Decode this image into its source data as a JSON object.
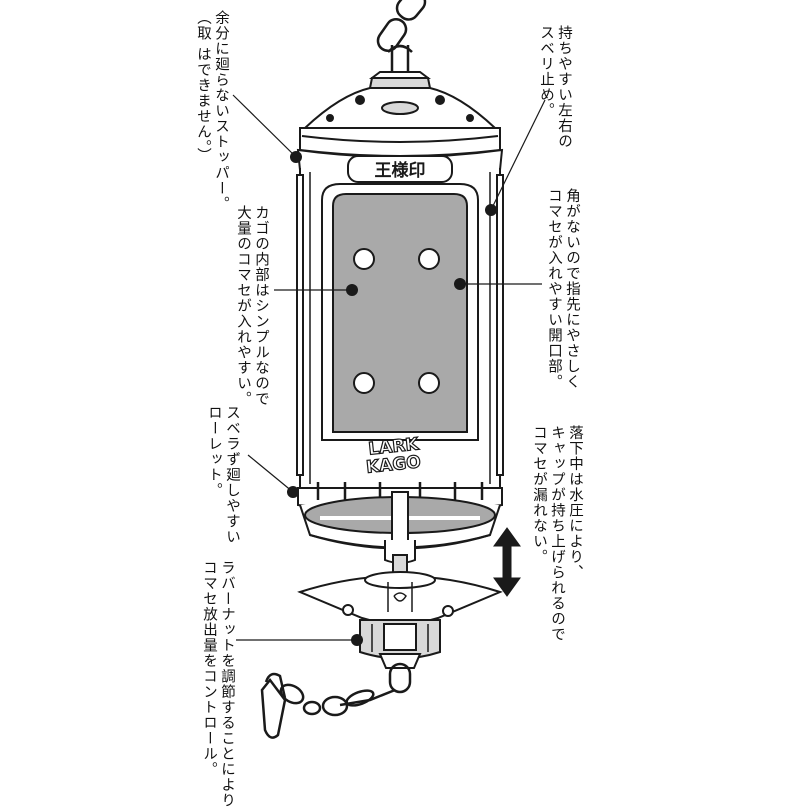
{
  "labels": {
    "stopper": [
      "余分に廻らないストッパー。",
      "（取 はできません。）"
    ],
    "grip": [
      "持ちやすい左右の",
      "スベリ止め。"
    ],
    "opening": [
      "角がないので指先にやさしく",
      "コマセが入れやすい開口部。"
    ],
    "inner": [
      "カゴの内部はシンプルなので",
      "大量のコマセが入れやすい。"
    ],
    "knurl": [
      "スベラず廻しやすい",
      "ローレット。"
    ],
    "cap": [
      "落下中は水圧により、",
      "キャップが持ち上げられるので",
      "コマセが漏れない。"
    ],
    "rubber": [
      "ラバーナットを調節することにより",
      "コマセ放出量をコントロール。"
    ]
  },
  "product": {
    "brand_mark": "王様印",
    "logo_line1": "LARK",
    "logo_line2": "KAGO"
  },
  "colors": {
    "line": "#1a1a1a",
    "body_fill": "#ffffff",
    "window_fill": "#a9a9a9",
    "shade": "#d9d9d9"
  }
}
